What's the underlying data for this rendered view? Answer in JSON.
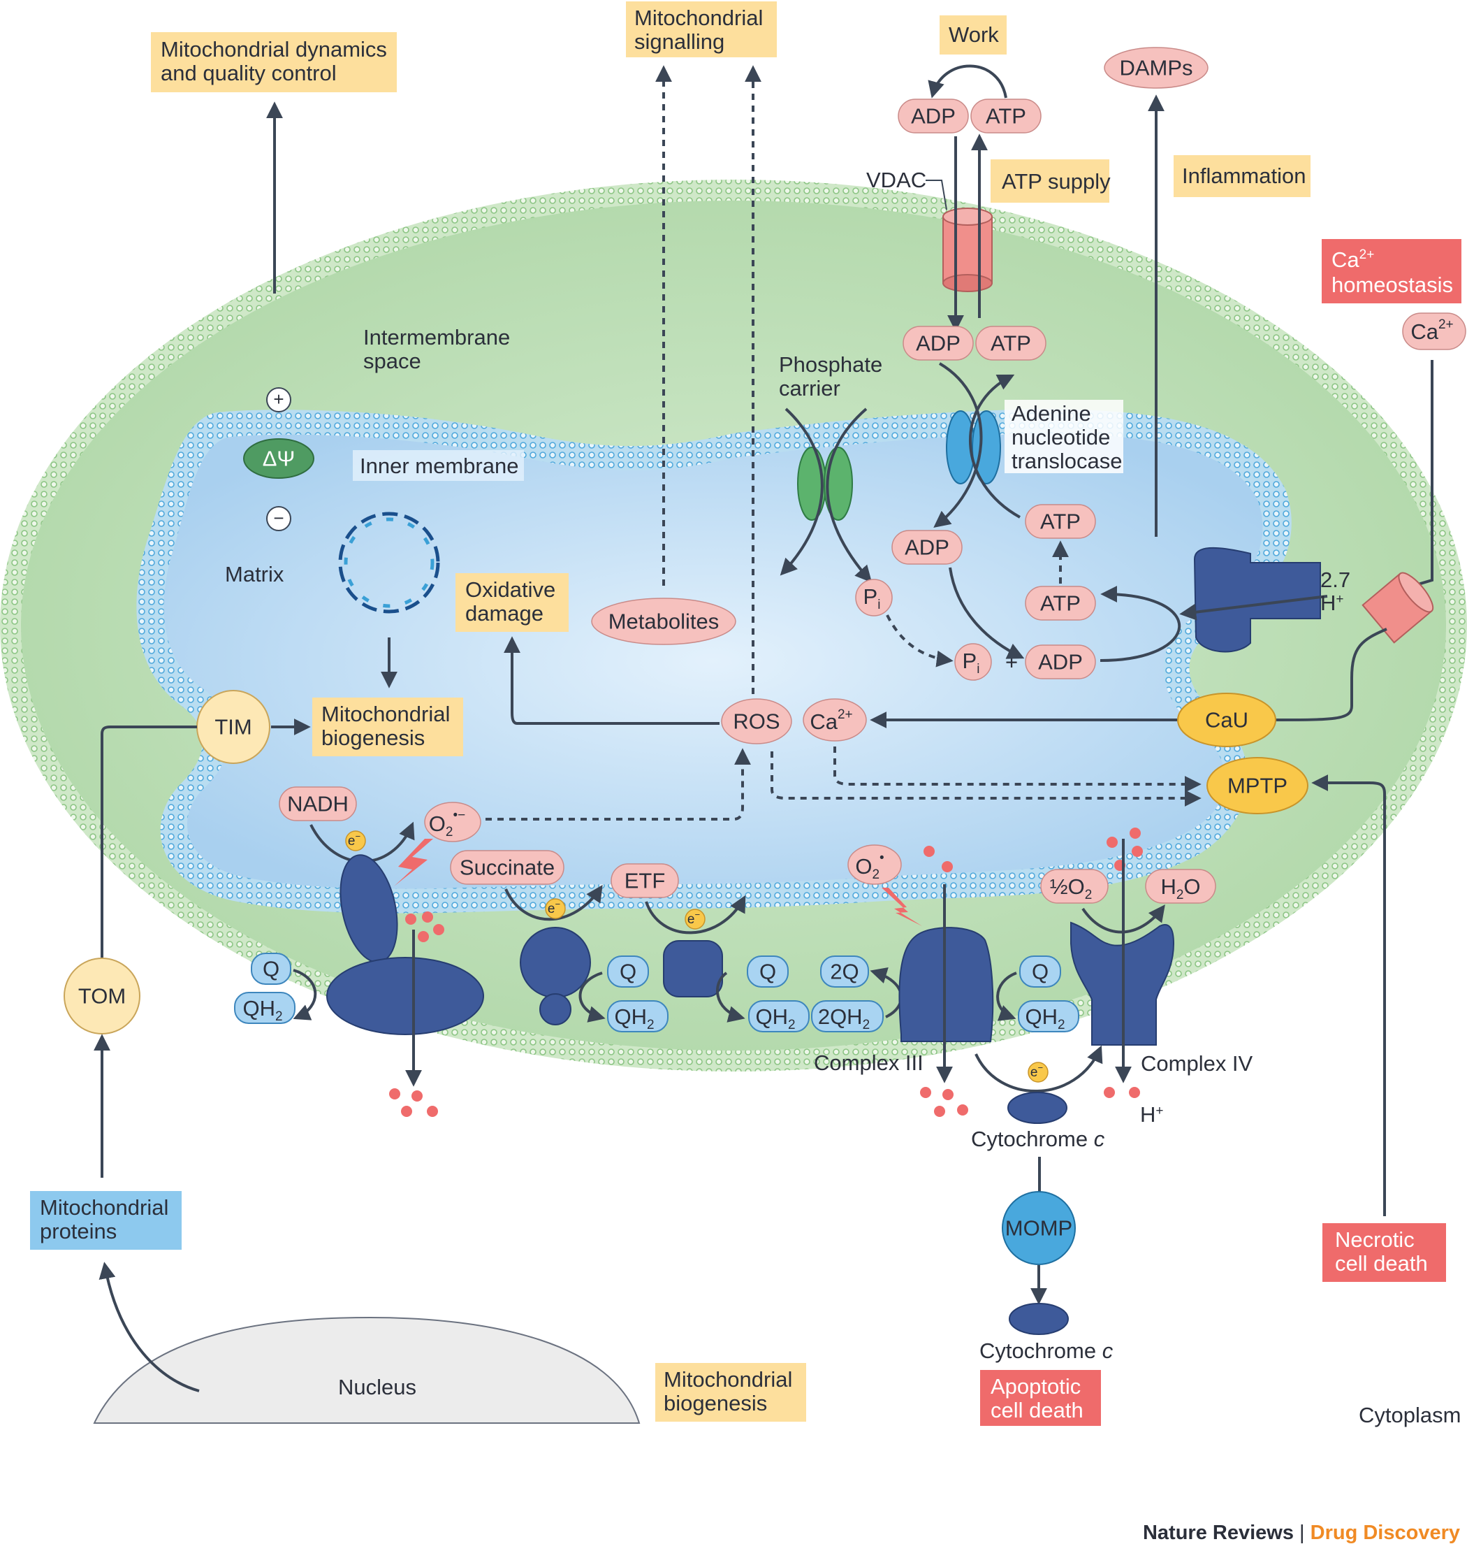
{
  "boxes": {
    "dynamics": [
      "Mitochondrial dynamics",
      "and quality control"
    ],
    "signalling": [
      "Mitochondrial",
      "signalling"
    ],
    "work": "Work",
    "atp_supply": "ATP supply",
    "inflammation": "Inflammation",
    "ca_homeostasis": [
      "Ca",
      "2+",
      "homeostasis"
    ],
    "oxidative_damage": [
      "Oxidative",
      "damage"
    ],
    "biogenesis_inner": [
      "Mitochondrial",
      "biogenesis"
    ],
    "biogenesis_outer": [
      "Mitochondrial",
      "biogenesis"
    ],
    "mito_proteins": [
      "Mitochondrial",
      "proteins"
    ],
    "necrotic": [
      "Necrotic",
      "cell death"
    ],
    "apoptotic": [
      "Apoptotic",
      "cell death"
    ]
  },
  "pills": {
    "adp_top": "ADP",
    "atp_top": "ATP",
    "adp_ims": "ADP",
    "atp_ims": "ATP",
    "damps": "DAMPs",
    "ca_out": [
      "Ca",
      "2+"
    ],
    "adp_matrix": "ADP",
    "atp_matrix_1": "ATP",
    "atp_matrix_2": "ATP",
    "pi_1": [
      "P",
      "i"
    ],
    "pi_2": [
      "P",
      "i"
    ],
    "plus": "+",
    "adp_synth": "ADP",
    "metabolites": "Metabolites",
    "ros": "ROS",
    "ca_matrix": [
      "Ca",
      "2+"
    ],
    "nadh": "NADH",
    "o2_1": [
      "O",
      "2",
      "•−"
    ],
    "succinate": "Succinate",
    "etf": "ETF",
    "o2_2": [
      "O",
      "2",
      "•"
    ],
    "half_o2": [
      "½O",
      "2"
    ],
    "h2o": [
      "H",
      "2",
      "O"
    ],
    "e": [
      "e",
      "−"
    ],
    "q": "Q",
    "qh2": [
      "QH",
      "2"
    ],
    "two_q": "2Q",
    "two_qh2": [
      "2QH",
      "2"
    ]
  },
  "proteins": {
    "tim": "TIM",
    "tom": "TOM",
    "cau": "CaU",
    "mptp": "MPTP",
    "momp": "MOMP",
    "delta_psi": "ΔΨ"
  },
  "labels": {
    "vdac": "VDAC",
    "intermembrane": [
      "Intermembrane",
      "space"
    ],
    "inner_membrane": "Inner membrane",
    "matrix": "Matrix",
    "phosphate_carrier": [
      "Phosphate",
      "carrier"
    ],
    "ant": [
      "Adenine",
      "nucleotide",
      "translocase"
    ],
    "h_count": [
      "2.7",
      "H",
      "+"
    ],
    "complex_iii": "Complex III",
    "complex_iv": "Complex IV",
    "cytochrome_c_1": [
      "Cytochrome",
      "c"
    ],
    "cytochrome_c_2": [
      "Cytochrome",
      "c"
    ],
    "h_plus": [
      "H",
      "+"
    ],
    "plus_sign": "+",
    "minus_sign": "−",
    "nucleus": "Nucleus",
    "cytoplasm": "Cytoplasm"
  },
  "footer": {
    "journal": "Nature Reviews",
    "separator": " | ",
    "section": "Drug Discovery"
  },
  "colors": {
    "outer_membrane": "#b9dcb0",
    "ims": "#bfe0bd",
    "inner_membrane": "#5fb3e0",
    "matrix": "#c7e1f7",
    "pill_pink": "#f6c1be",
    "box_yellow": "#fddf9d",
    "box_red": "#ef6b6b",
    "box_blue": "#8dc9ee",
    "protein_navy": "#3e5a9a",
    "yellow_protein": "#f9c84a",
    "proton": "#ef6b6b",
    "footer_accent": "#f08a24"
  }
}
